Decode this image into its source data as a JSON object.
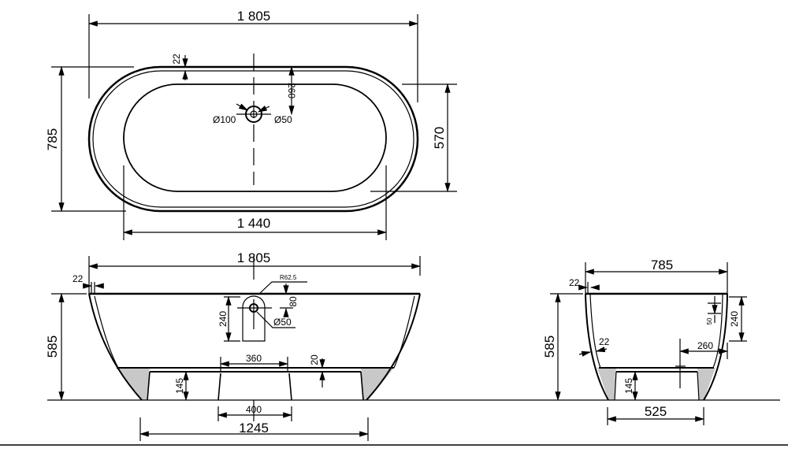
{
  "top_view": {
    "length": "1 805",
    "width": "785",
    "inner_width": "570",
    "inner_length": "1 440",
    "rim": "22",
    "drain_offset": "260",
    "drain_outer": "Ø100",
    "drain_inner": "Ø50"
  },
  "side_view": {
    "length": "1 805",
    "rim": "22",
    "height": "585",
    "overflow_radius": "R62.5",
    "overflow_offset": "80",
    "overflow_height": "240",
    "overflow_dia": "Ø50",
    "center_foot": "360",
    "bottom_thickness": "20",
    "foot_height": "145",
    "center_foot_base": "400",
    "base_length": "1245"
  },
  "end_view": {
    "width": "785",
    "rim": "22",
    "wall": "22",
    "height": "585",
    "overflow_dia": "50",
    "overflow_height": "240",
    "drain_offset": "260",
    "foot_height": "145",
    "base_width": "525"
  },
  "colors": {
    "line": "#000000",
    "foot_fill": "#c8c8c8"
  }
}
